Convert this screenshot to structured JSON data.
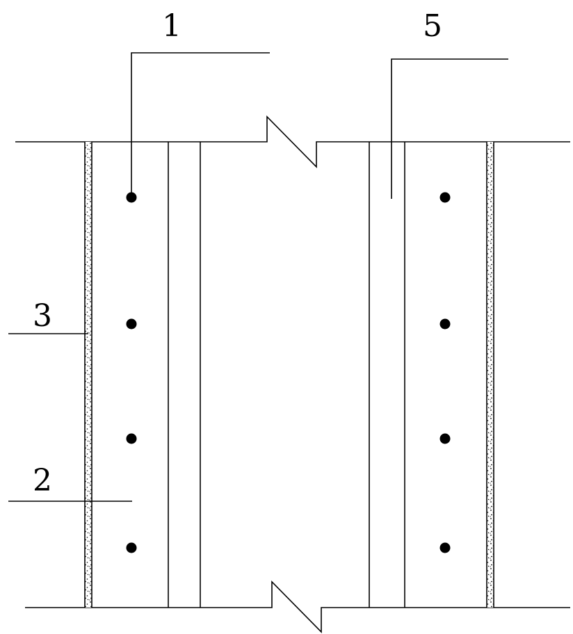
{
  "labels": {
    "callout_1": "1",
    "callout_5": "5",
    "callout_3": "3",
    "callout_2": "2"
  },
  "colors": {
    "line": "#000000",
    "background": "#ffffff"
  }
}
